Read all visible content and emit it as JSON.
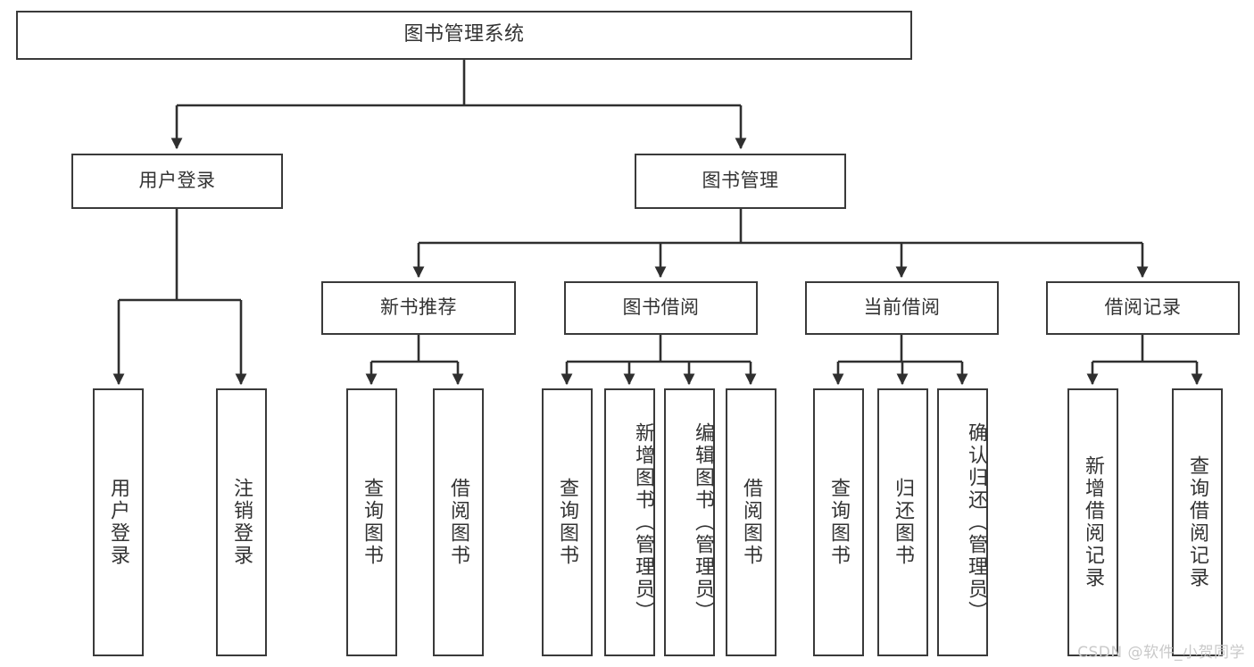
{
  "diagram": {
    "title": "图书管理系统",
    "type": "tree-hierarchy",
    "colors": {
      "box_border": "#3a3a3a",
      "line": "#2f2f2f",
      "text": "#333333",
      "background": "#ffffff",
      "watermark": "#c9c9c9"
    },
    "root": {
      "label": "图书管理系统"
    },
    "level2": [
      {
        "label": "用户登录"
      },
      {
        "label": "图书管理"
      }
    ],
    "level3": [
      {
        "label": "新书推荐"
      },
      {
        "label": "图书借阅"
      },
      {
        "label": "当前借阅"
      },
      {
        "label": "借阅记录"
      }
    ],
    "leaves": {
      "user_login": [
        {
          "label": "用户登录"
        },
        {
          "label": "注销登录"
        }
      ],
      "new_book_recommend": [
        {
          "label": "查询图书"
        },
        {
          "label": "借阅图书"
        }
      ],
      "book_borrow": [
        {
          "label": "查询图书"
        },
        {
          "label": "新增图书（管理员）"
        },
        {
          "label": "编辑图书（管理员）"
        },
        {
          "label": "借阅图书"
        }
      ],
      "current_borrow": [
        {
          "label": "查询图书"
        },
        {
          "label": "归还图书"
        },
        {
          "label": "确认归还（管理员）"
        }
      ],
      "borrow_record": [
        {
          "label": "新增借阅记录"
        },
        {
          "label": "查询借阅记录"
        }
      ]
    }
  },
  "watermark": {
    "text": "CSDN @软件_小贺同学"
  }
}
